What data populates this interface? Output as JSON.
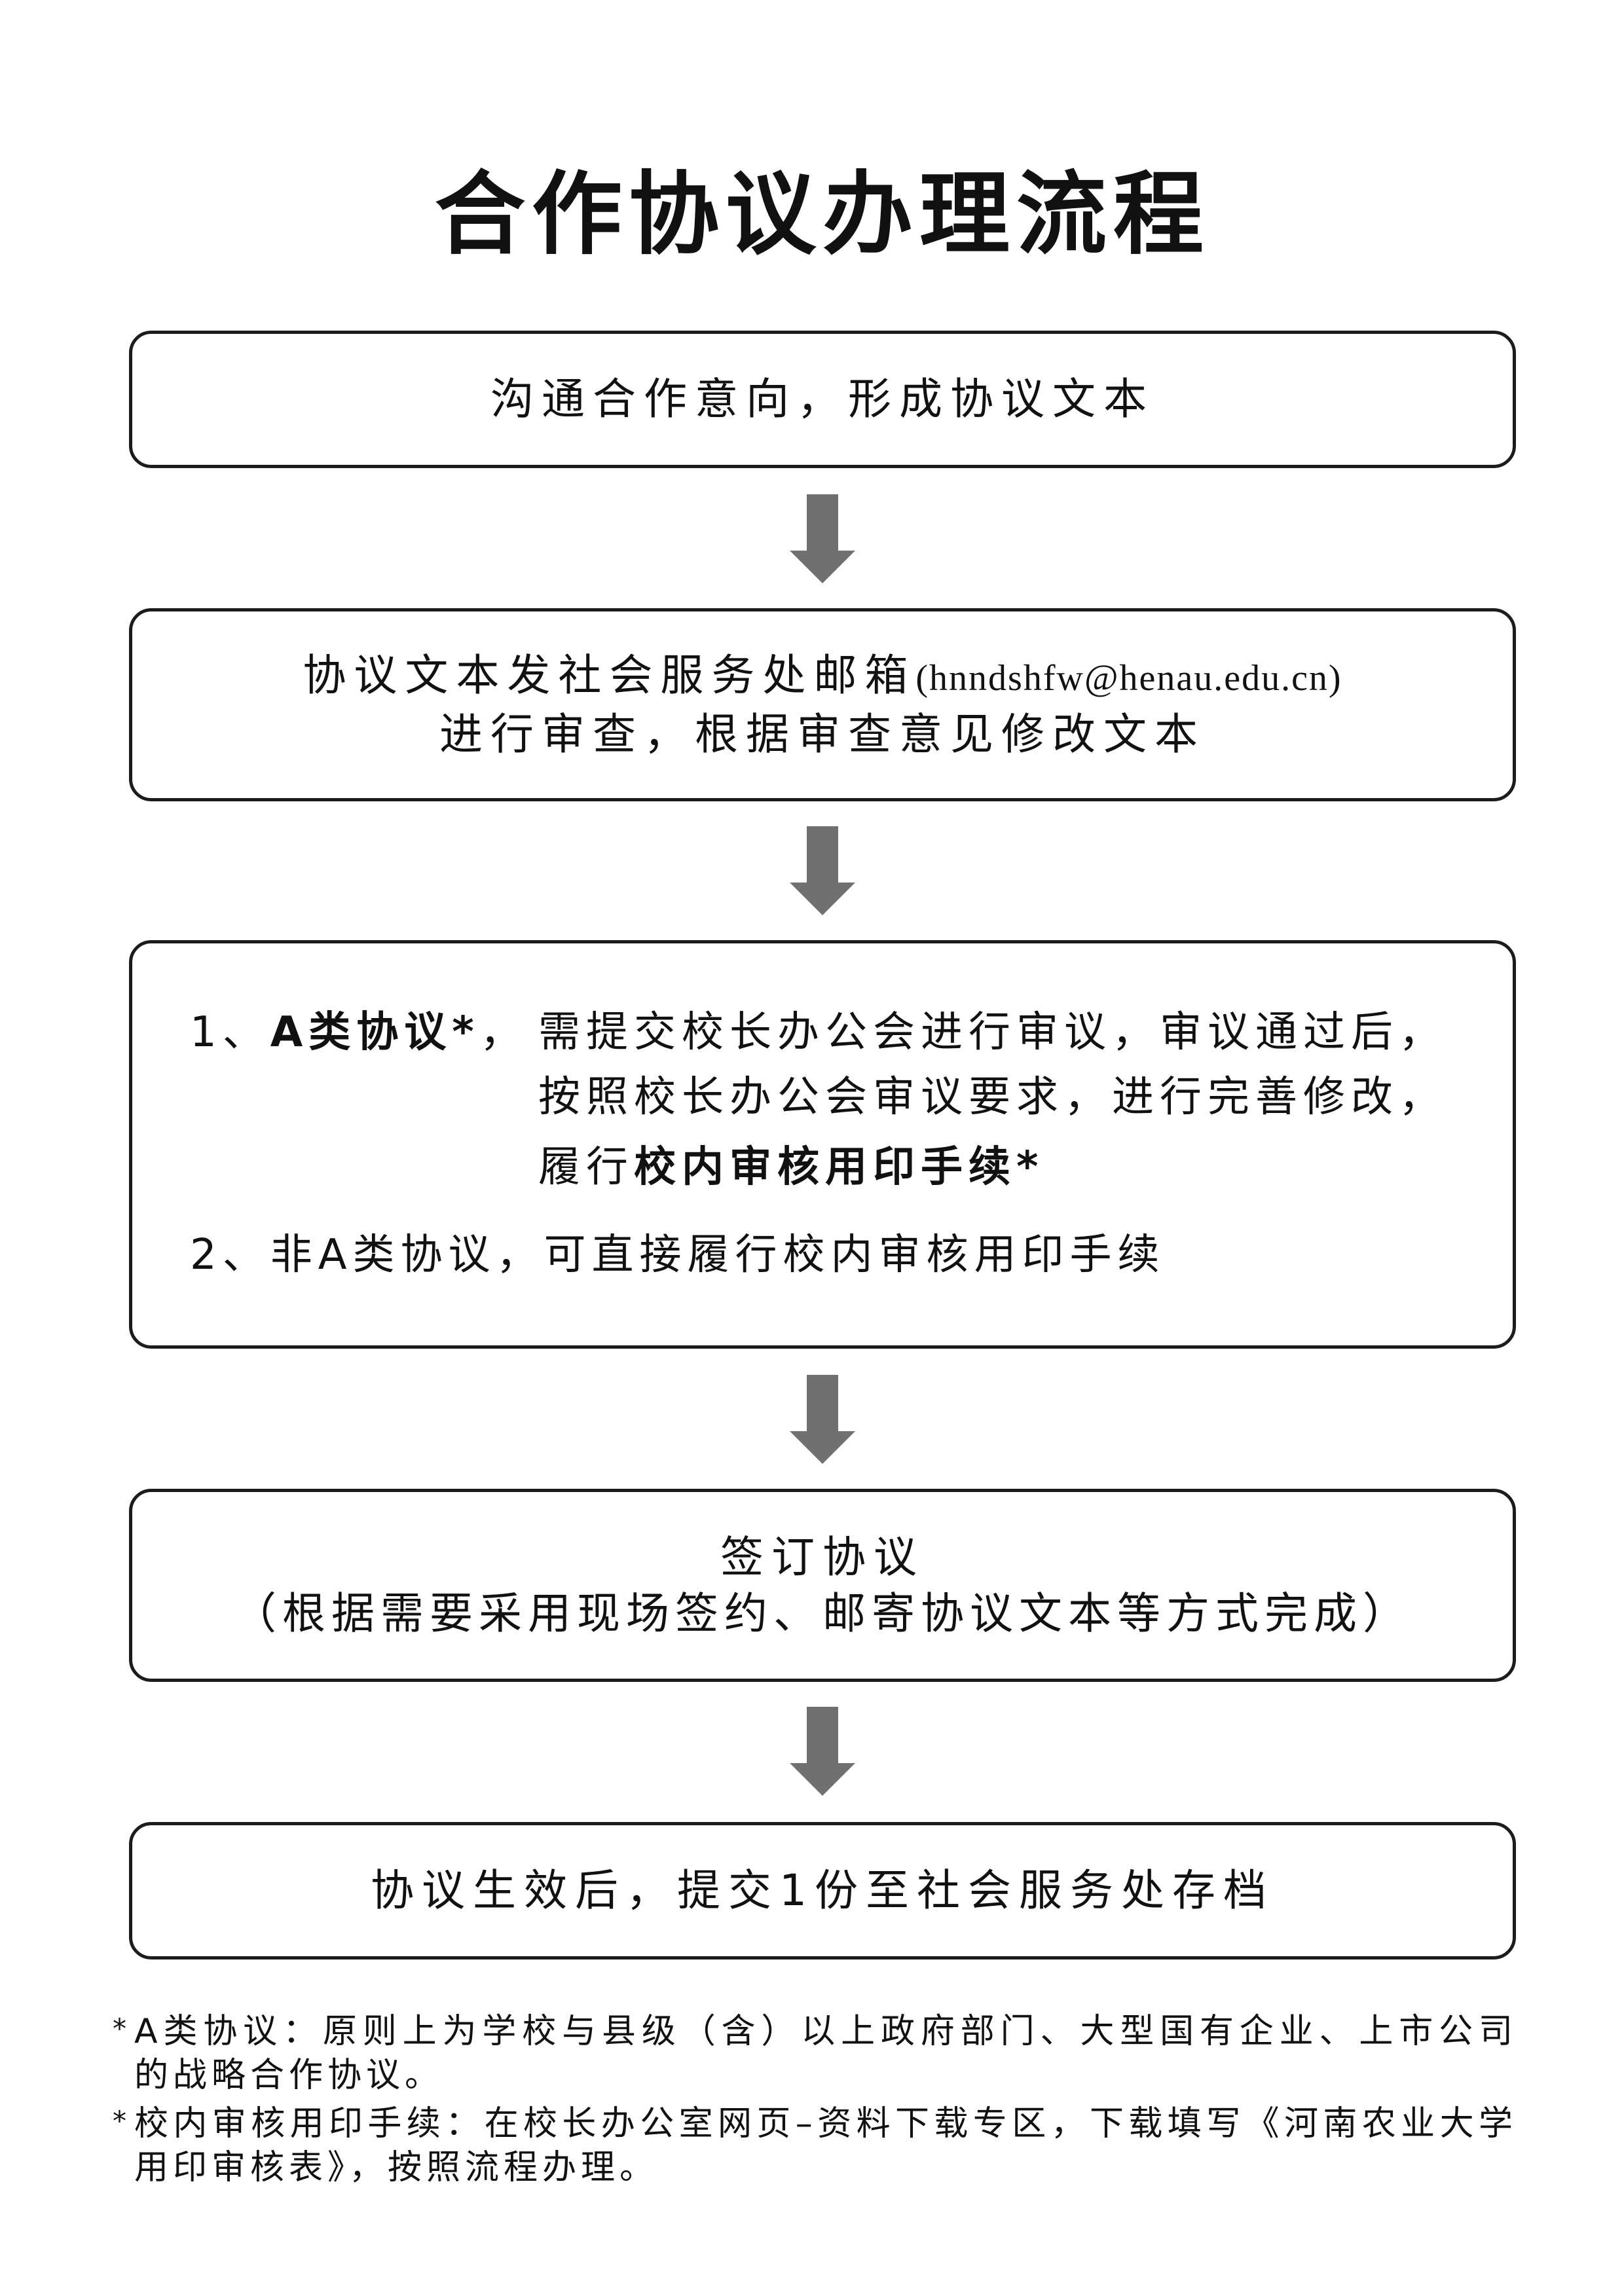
{
  "title": "合作协议办理流程",
  "colors": {
    "background": "#ffffff",
    "text": "#111111",
    "box_border": "#1c1c1c",
    "arrow": "#707070"
  },
  "flow": {
    "step1": {
      "text": "沟通合作意向，形成协议文本"
    },
    "step2": {
      "text": "协议文本发社会服务处邮箱",
      "email": "(hnndshfw@henau.edu.cn)",
      "text2": "进行审查，根据审查意见修改文本"
    },
    "step3": {
      "item1": {
        "number": "1、",
        "term": "A类协议*",
        "comma": "，",
        "line1": "需提交校长办公会进行审议，审议通过后，",
        "line2": "按照校长办公会审议要求，进行完善修改，",
        "line3_prefix": "履行",
        "line3_term": "校内审核用印手续*"
      },
      "item2": {
        "text": "2、非A类协议，可直接履行校内审核用印手续"
      }
    },
    "step4": {
      "title": "签订协议",
      "note": "（根据需要采用现场签约、邮寄协议文本等方式完成）"
    },
    "step5": {
      "text": "协议生效后，提交1份至社会服务处存档"
    }
  },
  "arrows": [
    {
      "icon": "down-arrow-icon"
    },
    {
      "icon": "down-arrow-icon"
    },
    {
      "icon": "down-arrow-icon"
    },
    {
      "icon": "down-arrow-icon"
    }
  ],
  "footnotes": [
    {
      "marker": "*",
      "lines": [
        "A类协议：原则上为学校与县级（含）以上政府部门、大型国有企业、上市公司",
        "的战略合作协议。"
      ]
    },
    {
      "marker": "*",
      "lines": [
        "校内审核用印手续：在校长办公室网页–资料下载专区，下载填写《河南农业大学",
        "用印审核表》，按照流程办理。"
      ]
    }
  ]
}
